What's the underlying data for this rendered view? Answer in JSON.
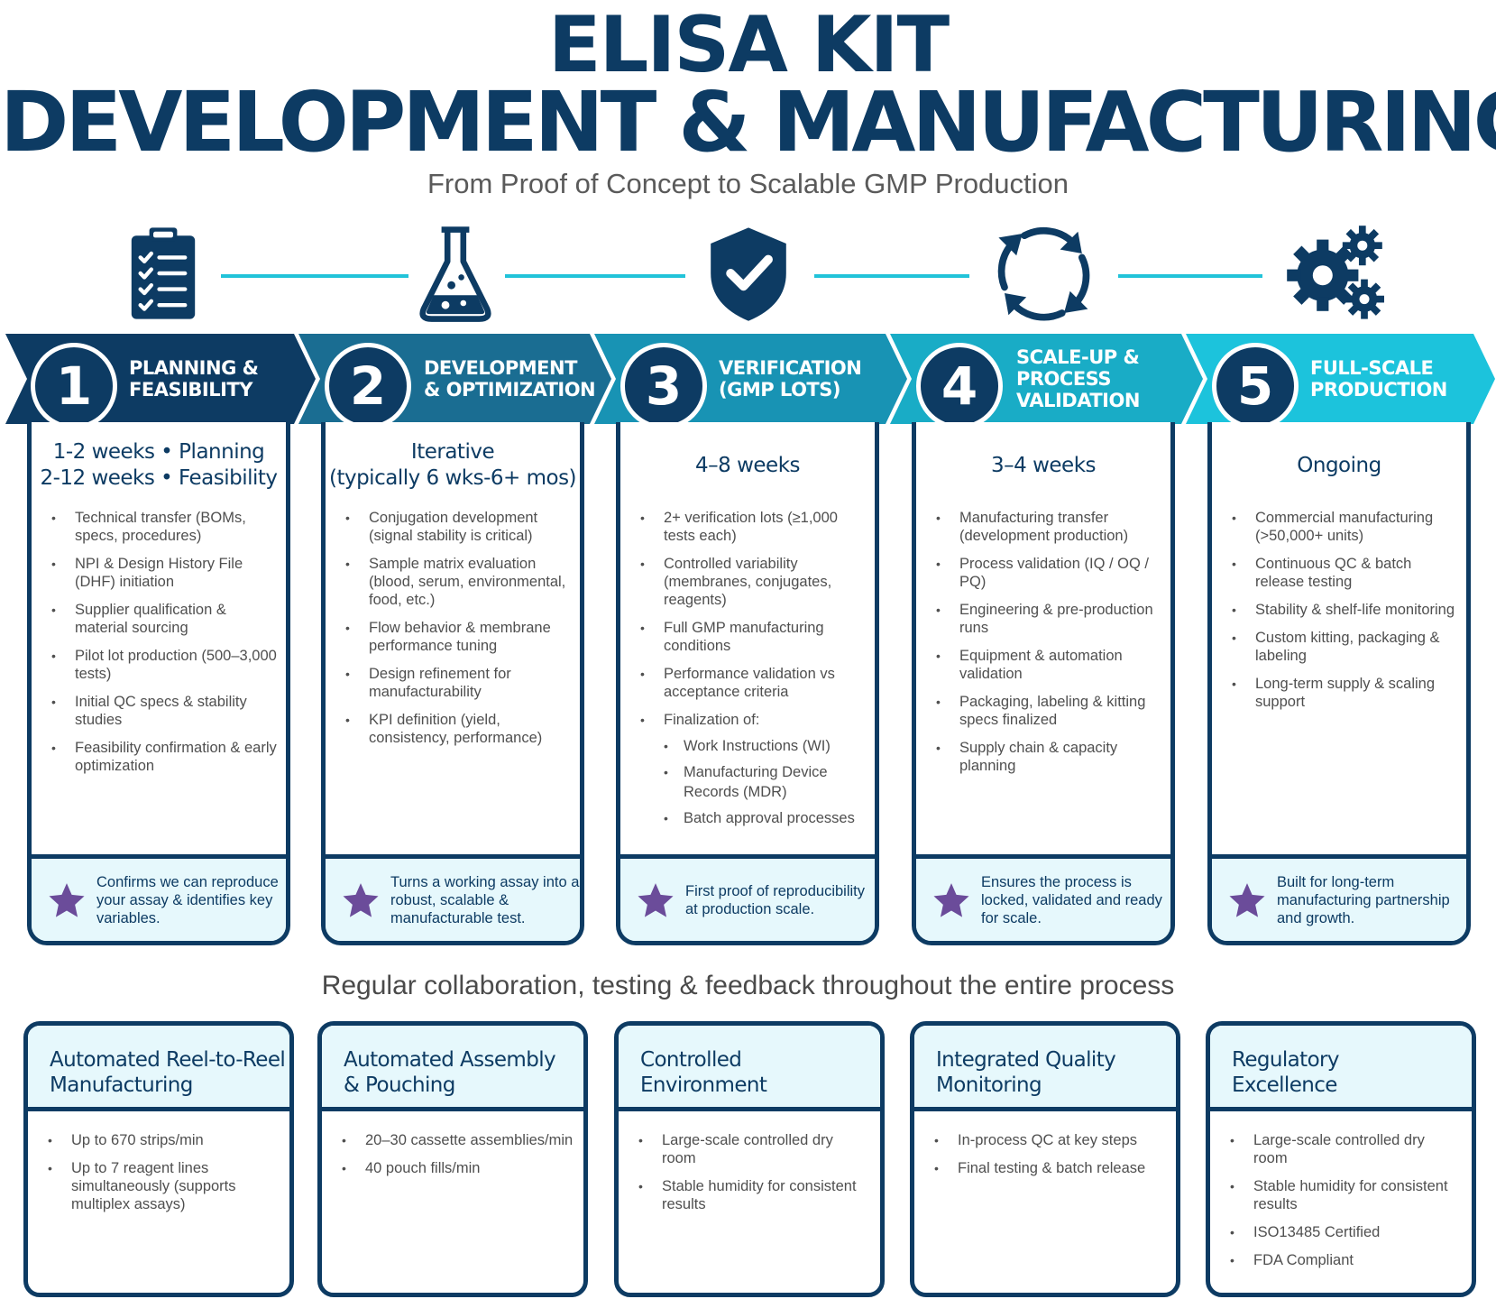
{
  "header": {
    "title_line1": "ELISA KIT",
    "title_line2": "DEVELOPMENT & MANUFACTURING",
    "subtitle": "From Proof of Concept to Scalable GMP Production"
  },
  "icons": [
    "clipboard-icon",
    "flask-icon",
    "shield-check-icon",
    "refresh-cycle-icon",
    "gears-icon"
  ],
  "colors": {
    "navy": "#0d3b63",
    "teal_dark": "#1a6d92",
    "teal": "#1893b4",
    "cyan": "#19acc6",
    "cyan_light": "#1cc3dc",
    "accent_line": "#21c3d9",
    "star": "#6b4c9a",
    "panel_bg": "#e6f8fc"
  },
  "phases": [
    {
      "number": "1",
      "label": [
        "PLANNING &",
        "FEASIBILITY"
      ],
      "duration": [
        "1-2 weeks • Planning",
        "2-12 weeks • Feasibility"
      ],
      "items": [
        "Technical transfer (BOMs, specs, procedures)",
        "NPI & Design History File (DHF) initiation",
        "Supplier qualification & material sourcing",
        "Pilot lot production (500–3,000 tests)",
        "Initial QC specs & stability studies",
        "Feasibility confirmation & early optimization"
      ],
      "footer": "Confirms we can reproduce your assay & identifies key variables."
    },
    {
      "number": "2",
      "label": [
        "DEVELOPMENT",
        "& OPTIMIZATION"
      ],
      "duration": [
        "Iterative",
        "(typically 6 wks-6+ mos)"
      ],
      "items": [
        "Conjugation development (signal stability is critical)",
        "Sample matrix evaluation (blood, serum, environmental, food, etc.)",
        "Flow behavior & membrane performance tuning",
        "Design refinement for manufacturability",
        "KPI definition (yield, consistency, performance)"
      ],
      "footer": "Turns a working assay into a robust, scalable & manufacturable test."
    },
    {
      "number": "3",
      "label": [
        "VERIFICATION",
        "(GMP LOTS)"
      ],
      "duration": [
        "4–8 weeks"
      ],
      "items": [
        "2+ verification lots (≥1,000 tests each)",
        "Controlled variability (membranes, conjugates, reagents)",
        "Full GMP manufacturing conditions",
        "Performance validation vs acceptance criteria",
        "Finalization of:"
      ],
      "subitems": [
        "Work Instructions (WI)",
        "Manufacturing Device Records (MDR)",
        "Batch approval processes"
      ],
      "footer": "First proof of reproducibility at production scale."
    },
    {
      "number": "4",
      "label": [
        "SCALE-UP &",
        "PROCESS",
        "VALIDATION"
      ],
      "duration": [
        "3–4 weeks"
      ],
      "items": [
        "Manufacturing transfer (development production)",
        "Process validation (IQ / OQ / PQ)",
        "Engineering & pre-production runs",
        "Equipment & automation validation",
        "Packaging, labeling & kitting specs finalized",
        "Supply chain & capacity planning"
      ],
      "footer": "Ensures the process is locked, validated and ready for scale."
    },
    {
      "number": "5",
      "label": [
        "FULL-SCALE",
        "PRODUCTION"
      ],
      "duration": [
        "Ongoing"
      ],
      "items": [
        "Commercial manufacturing (>50,000+ units)",
        "Continuous QC & batch release testing",
        "Stability & shelf-life monitoring",
        "Custom kitting, packaging & labeling",
        "Long-term supply & scaling support"
      ],
      "footer": "Built for long-term manufacturing partnership and growth."
    }
  ],
  "collaboration": "Regular collaboration, testing & feedback throughout the entire process",
  "features": [
    {
      "title": [
        "Automated Reel-to-Reel",
        "Manufacturing"
      ],
      "items": [
        "Up to 670 strips/min",
        "Up to 7 reagent lines simultaneously (supports multiplex assays)"
      ]
    },
    {
      "title": [
        "Automated Assembly",
        "& Pouching"
      ],
      "items": [
        "20–30 cassette assemblies/min",
        "40 pouch fills/min"
      ]
    },
    {
      "title": [
        "Controlled",
        "Environment"
      ],
      "items": [
        "Large-scale controlled dry room",
        "Stable humidity for consistent results"
      ]
    },
    {
      "title": [
        "Integrated Quality",
        "Monitoring"
      ],
      "items": [
        "In-process QC at key steps",
        "Final testing & batch release"
      ]
    },
    {
      "title": [
        "Regulatory",
        "Excellence"
      ],
      "items": [
        "Large-scale controlled dry room",
        "Stable humidity for consistent results",
        "ISO13485 Certified",
        "FDA Compliant"
      ]
    }
  ]
}
